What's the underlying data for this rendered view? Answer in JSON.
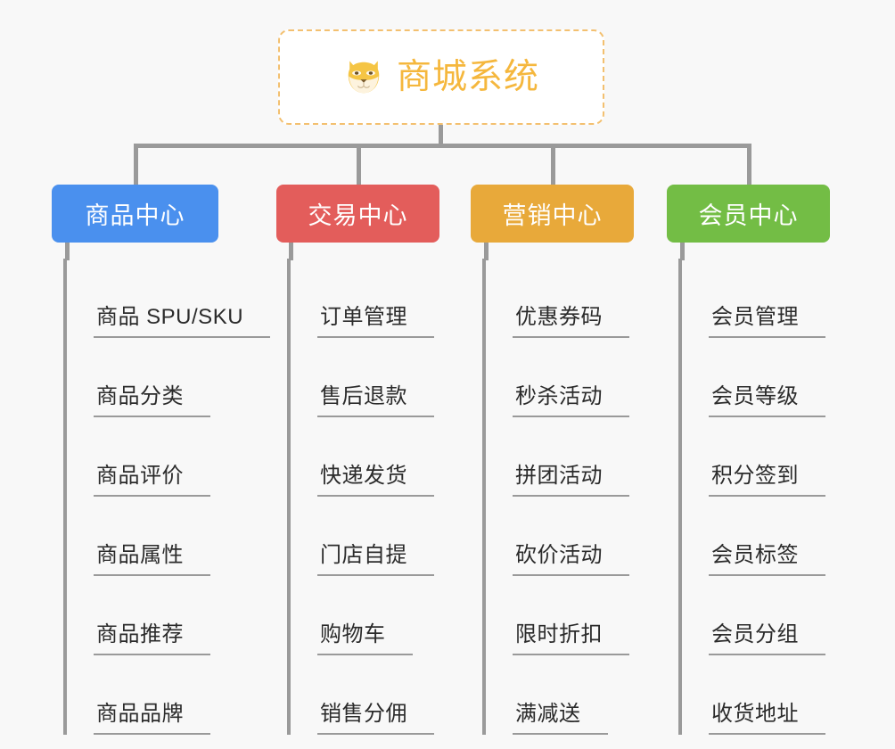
{
  "page": {
    "background": "#f8f8f8",
    "connector_color": "#9a9a9a"
  },
  "root": {
    "title": "商城系统",
    "icon": "shiba-dog-icon",
    "text_color": "#f5b73d",
    "border_color": "#f3c070",
    "background": "#ffffff"
  },
  "branches": [
    {
      "label": "商品中心",
      "color": "#4a90ee",
      "items": [
        "商品 SPU/SKU",
        "商品分类",
        "商品评价",
        "商品属性",
        "商品推荐",
        "商品品牌"
      ]
    },
    {
      "label": "交易中心",
      "color": "#e35d5b",
      "items": [
        "订单管理",
        "售后退款",
        "快递发货",
        "门店自提",
        "购物车",
        "销售分佣"
      ]
    },
    {
      "label": "营销中心",
      "color": "#e8a93a",
      "items": [
        "优惠券码",
        "秒杀活动",
        "拼团活动",
        "砍价活动",
        "限时折扣",
        "满减送"
      ]
    },
    {
      "label": "会员中心",
      "color": "#73bd45",
      "items": [
        "会员管理",
        "会员等级",
        "积分签到",
        "会员标签",
        "会员分组",
        "收货地址"
      ]
    }
  ]
}
